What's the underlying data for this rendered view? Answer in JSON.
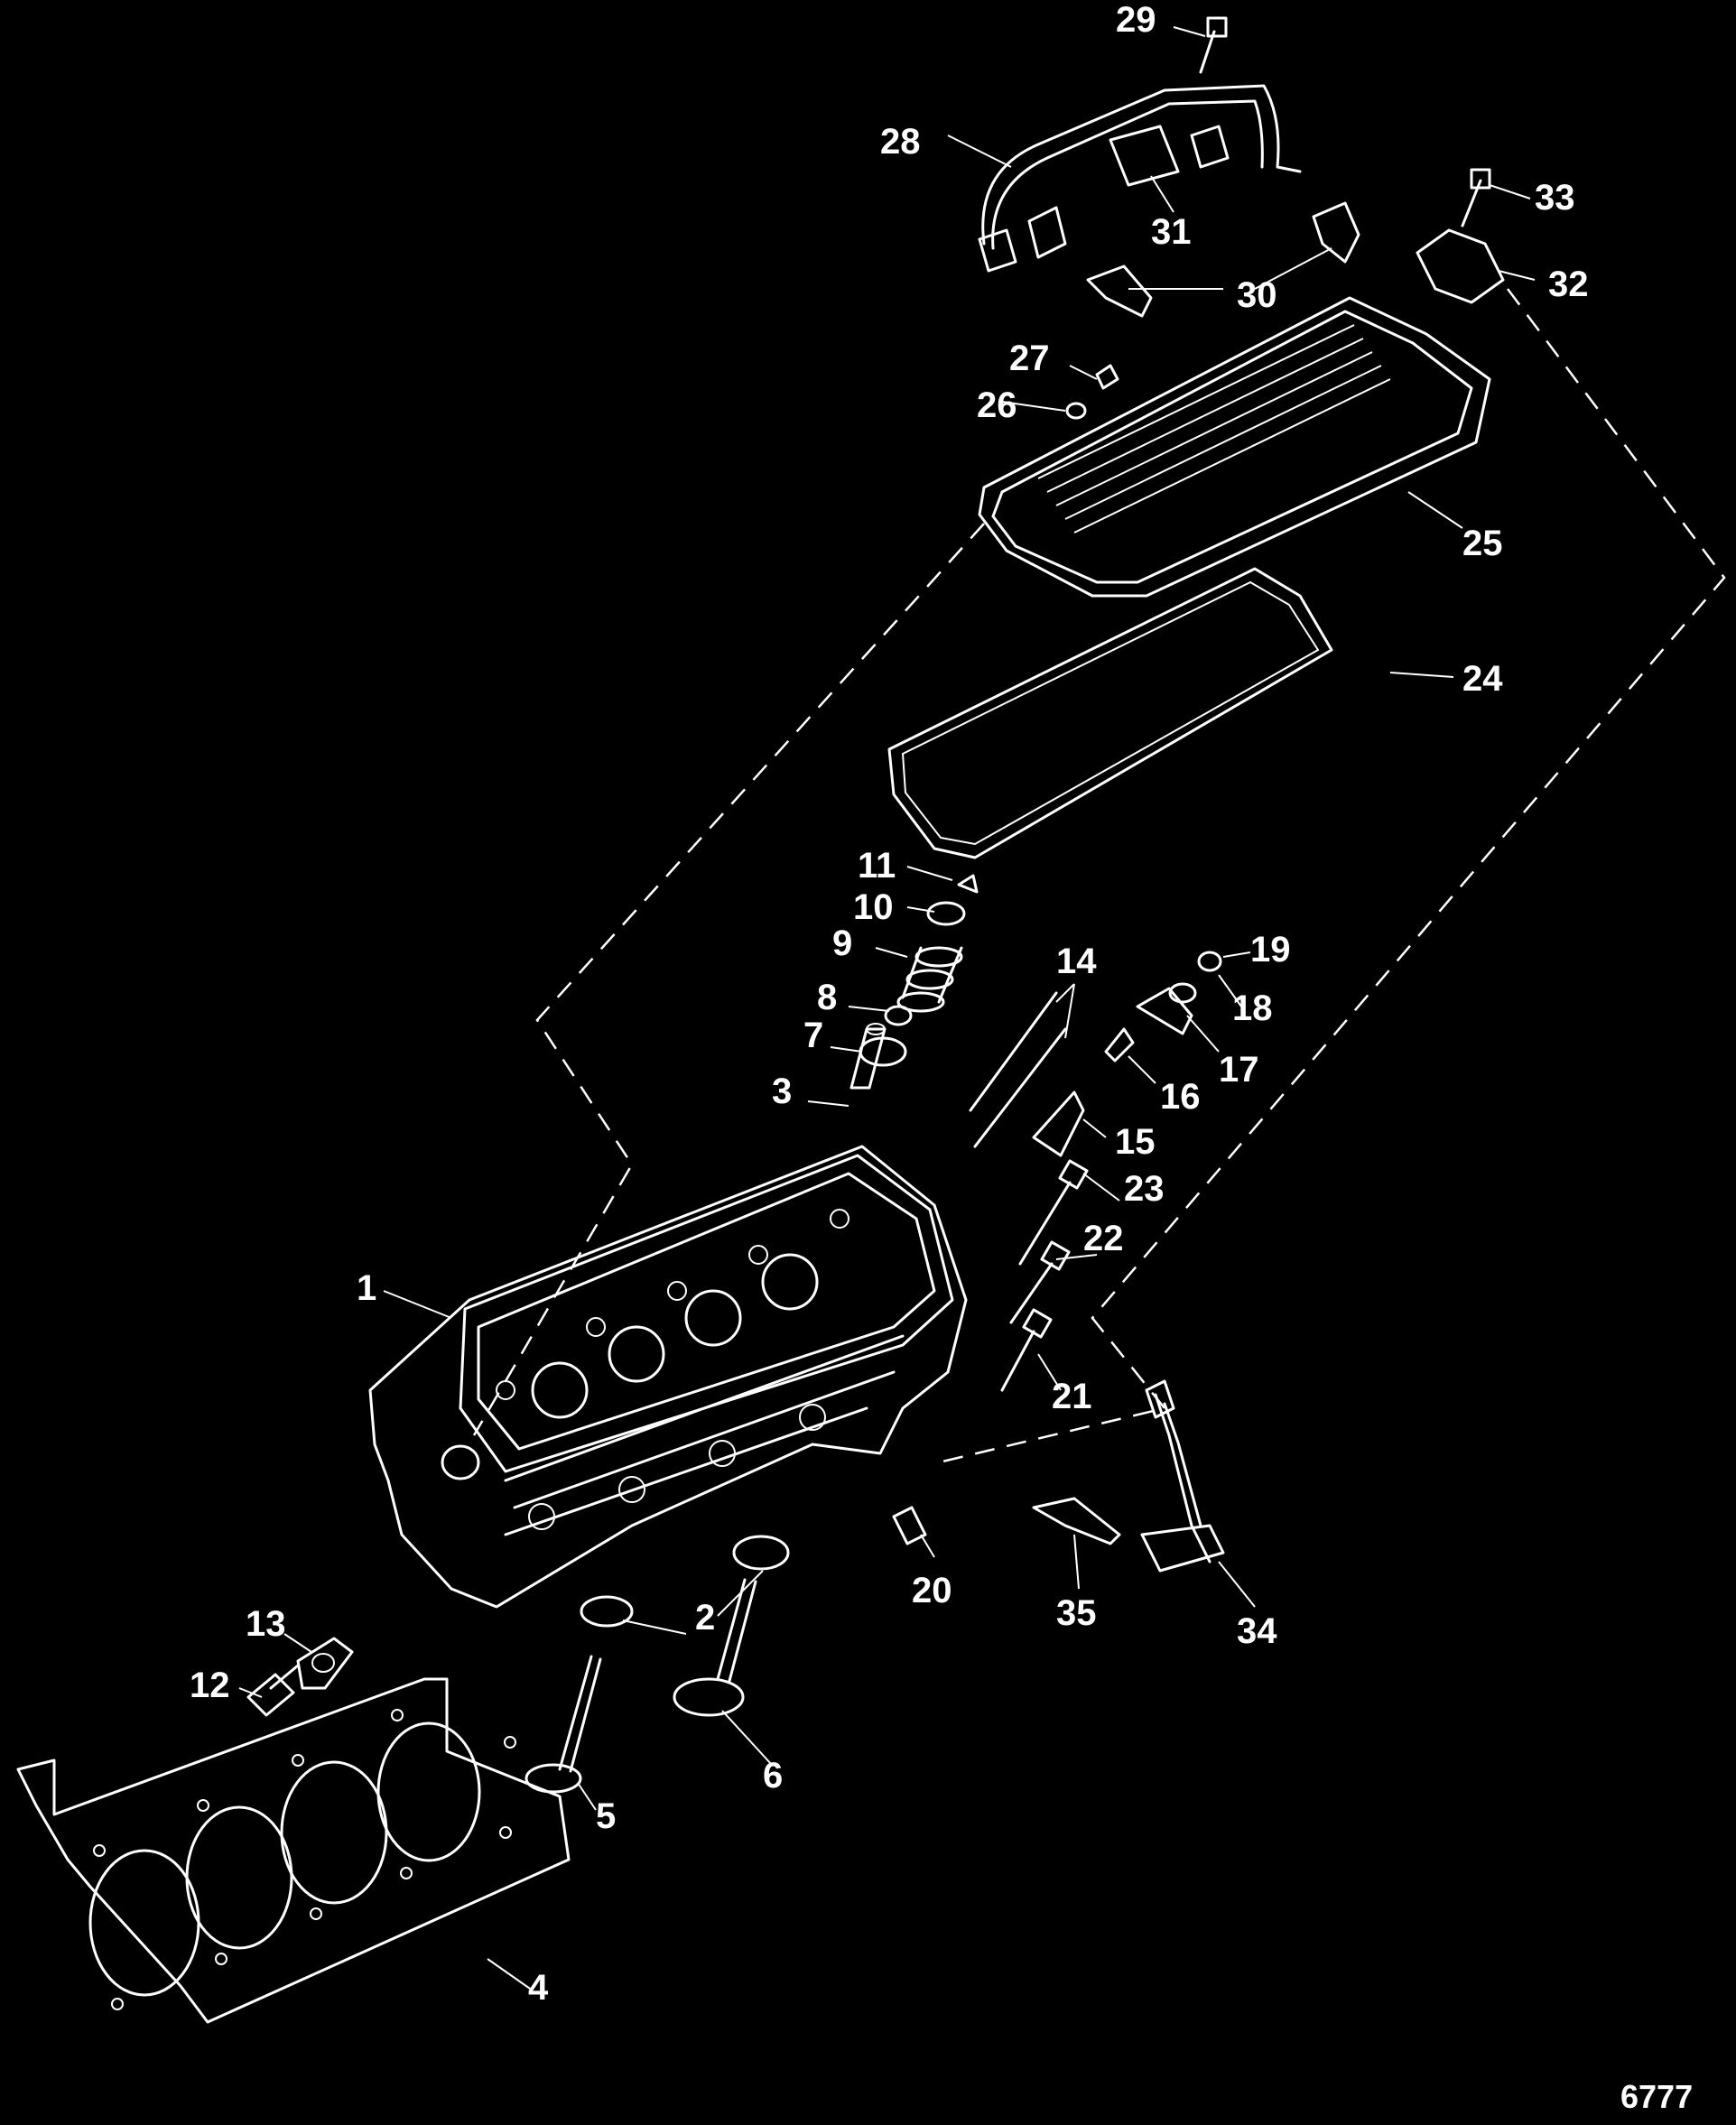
{
  "diagram": {
    "figure_number": "6777",
    "callouts": [
      {
        "id": "1",
        "text": "1"
      },
      {
        "id": "2",
        "text": "2"
      },
      {
        "id": "3",
        "text": "3"
      },
      {
        "id": "4",
        "text": "4"
      },
      {
        "id": "5",
        "text": "5"
      },
      {
        "id": "6",
        "text": "6"
      },
      {
        "id": "7",
        "text": "7"
      },
      {
        "id": "8",
        "text": "8"
      },
      {
        "id": "9",
        "text": "9"
      },
      {
        "id": "10",
        "text": "10"
      },
      {
        "id": "11",
        "text": "11"
      },
      {
        "id": "12",
        "text": "12"
      },
      {
        "id": "13",
        "text": "13"
      },
      {
        "id": "14",
        "text": "14"
      },
      {
        "id": "15",
        "text": "15"
      },
      {
        "id": "16",
        "text": "16"
      },
      {
        "id": "17",
        "text": "17"
      },
      {
        "id": "18",
        "text": "18"
      },
      {
        "id": "19",
        "text": "19"
      },
      {
        "id": "20",
        "text": "20"
      },
      {
        "id": "21",
        "text": "21"
      },
      {
        "id": "22",
        "text": "22"
      },
      {
        "id": "23",
        "text": "23"
      },
      {
        "id": "24",
        "text": "24"
      },
      {
        "id": "25",
        "text": "25"
      },
      {
        "id": "26",
        "text": "26"
      },
      {
        "id": "27",
        "text": "27"
      },
      {
        "id": "28",
        "text": "28"
      },
      {
        "id": "29",
        "text": "29"
      },
      {
        "id": "30",
        "text": "30"
      },
      {
        "id": "31",
        "text": "31"
      },
      {
        "id": "32",
        "text": "32"
      },
      {
        "id": "33",
        "text": "33"
      },
      {
        "id": "34",
        "text": "34"
      },
      {
        "id": "35",
        "text": "35"
      }
    ]
  }
}
